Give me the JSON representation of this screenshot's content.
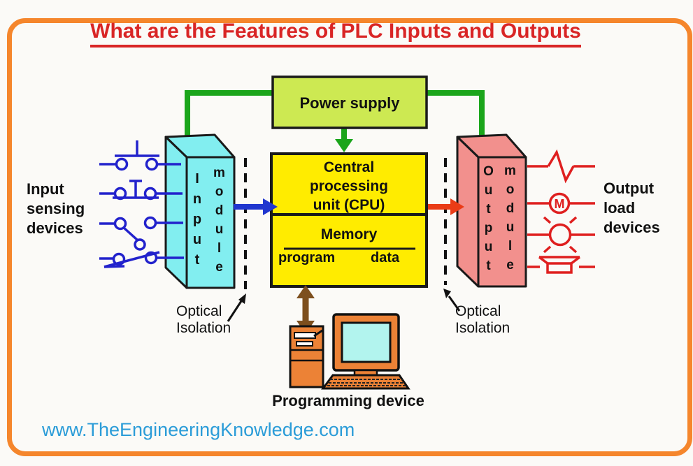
{
  "title": "What are the Features of PLC Inputs and Outputs",
  "website": "www.TheEngineeringKnowledge.com",
  "diagram": {
    "power_supply": "Power supply",
    "cpu": {
      "line1": "Central",
      "line2": "processing",
      "line3": "unit (CPU)"
    },
    "memory": {
      "label": "Memory",
      "program": "program",
      "data": "data"
    },
    "input_module": {
      "word1": "Input",
      "word2": "module"
    },
    "output_module": {
      "word1": "Output",
      "word2": "module"
    },
    "input_devices_label": {
      "line1": "Input",
      "line2": "sensing",
      "line3": "devices"
    },
    "output_devices_label": {
      "line1": "Output",
      "line2": "load",
      "line3": "devices"
    },
    "optical_isolation_left": {
      "line1": "Optical",
      "line2": "Isolation"
    },
    "optical_isolation_right": {
      "line1": "Optical",
      "line2": "Isolation"
    },
    "programming_device_label": "Programming device",
    "motor_letter": "M",
    "icons": {
      "input_symbols": [
        "pushbutton-no-icon",
        "pushbutton-nc-icon",
        "level-switch-icon",
        "limit-switch-icon"
      ],
      "output_symbols": [
        "surge-load-icon",
        "motor-icon",
        "lamp-icon",
        "horn-icon"
      ],
      "programming_device": "desktop-computer-icon"
    },
    "colors": {
      "frame_border": "#f5862c",
      "title_red": "#d92525",
      "power_supply_fill": "#cde952",
      "cpu_fill": "#ffec00",
      "input_module_fill": "#82eef0",
      "output_module_fill": "#f2908d",
      "green_arrow": "#1ba51b",
      "blue_arrow": "#2036cf",
      "red_arrow": "#ea3c17",
      "brown_arrow": "#7d4f1e",
      "input_symbol_blue": "#2222cc",
      "output_symbol_red": "#df1f1f",
      "computer_orange": "#ec8236",
      "screen_cyan": "#b2f4ee",
      "website_blue": "#2b9cd8"
    }
  }
}
